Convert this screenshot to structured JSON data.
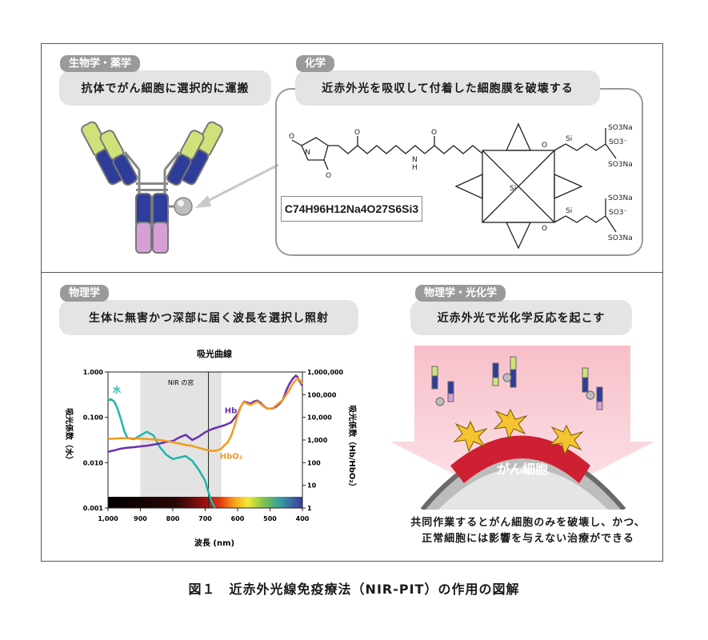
{
  "panels": {
    "biology": {
      "tag": "生物学・薬学",
      "desc": "抗体でがん細胞に選択的に運搬"
    },
    "chemistry": {
      "tag": "化学",
      "desc": "近赤外光を吸収して付着した細胞膜を破壊する",
      "formula": "C74H96H12Na4O27S6Si3",
      "atoms": {
        "N": "N",
        "H": "H",
        "O": "O",
        "Si": "Si",
        "SO3Na": "SO3Na",
        "SO3m": "SO3⁻"
      }
    },
    "physics": {
      "tag": "物理学",
      "desc": "生体に無害かつ深部に届く波長を選択し照射"
    },
    "photochem": {
      "tag": "物理学・光化学",
      "desc": "近赤外光で光化学反応を起こす",
      "cell_label": "がん細胞",
      "result_line1": "共同作業するとがん細胞のみを破壊し、かつ、",
      "result_line2": "正常細胞には影響を与えない治療ができる"
    }
  },
  "chart_data": {
    "type": "line",
    "title": "吸光曲線",
    "xlabel": "波長 (nm)",
    "ylabel_left": "吸光係数（水）",
    "ylabel_right": "吸光係数（Hb/HbO₂）",
    "x_ticks": [
      "1,000",
      "900",
      "800",
      "700",
      "600",
      "500",
      "400"
    ],
    "y_left_ticks": [
      "1.000",
      "0.100",
      "0.010",
      "0.001"
    ],
    "y_right_ticks": [
      "1,000,000",
      "100,000",
      "10,000",
      "1,000",
      "100",
      "10",
      "1"
    ],
    "xlim": [
      1000,
      400
    ],
    "ylim_left": [
      0.001,
      1
    ],
    "ylim_right": [
      1,
      1000000
    ],
    "y_scale": "log",
    "window": {
      "label": "NIR の窓",
      "from": 900,
      "to": 650
    },
    "marker_line": 690,
    "series": [
      {
        "name": "水",
        "axis": "left",
        "color": "#1fb5ad",
        "x": [
          1000,
          990,
          980,
          970,
          960,
          950,
          940,
          920,
          900,
          880,
          860,
          840,
          820,
          800,
          780,
          760,
          740,
          720,
          700,
          690,
          680,
          670
        ],
        "y": [
          0.24,
          0.25,
          0.22,
          0.15,
          0.09,
          0.05,
          0.035,
          0.033,
          0.04,
          0.048,
          0.04,
          0.022,
          0.015,
          0.012,
          0.013,
          0.014,
          0.011,
          0.007,
          0.004,
          0.0022,
          0.0014,
          0.001
        ]
      },
      {
        "name": "Hb",
        "axis": "right",
        "color": "#6b2fb0",
        "x": [
          1000,
          980,
          960,
          940,
          920,
          900,
          880,
          860,
          840,
          820,
          800,
          780,
          760,
          740,
          720,
          700,
          680,
          660,
          640,
          620,
          600,
          590,
          580,
          570,
          560,
          550,
          540,
          530,
          520,
          510,
          500,
          490,
          480,
          470,
          460,
          450,
          440,
          430,
          420,
          415,
          410,
          400
        ],
        "y": [
          300,
          350,
          420,
          460,
          480,
          520,
          560,
          620,
          700,
          820,
          900,
          1300,
          1700,
          1000,
          1400,
          2200,
          3000,
          3700,
          4500,
          6000,
          14000,
          30000,
          50000,
          45000,
          40000,
          50000,
          55000,
          45000,
          32000,
          25000,
          24000,
          25000,
          30000,
          40000,
          60000,
          150000,
          300000,
          500000,
          700000,
          600000,
          420000,
          250000
        ]
      },
      {
        "name": "HbO₂",
        "axis": "right",
        "color": "#f39a1e",
        "x": [
          1000,
          980,
          960,
          940,
          920,
          900,
          880,
          860,
          840,
          820,
          800,
          780,
          760,
          740,
          720,
          700,
          690,
          680,
          670,
          660,
          650,
          640,
          630,
          620,
          610,
          600,
          590,
          580,
          570,
          560,
          550,
          540,
          530,
          520,
          510,
          500,
          490,
          480,
          470,
          460,
          450,
          440,
          430,
          420,
          415,
          410,
          400
        ],
        "y": [
          1100,
          1150,
          1200,
          1200,
          1180,
          1150,
          1100,
          1050,
          1000,
          900,
          800,
          700,
          600,
          550,
          450,
          380,
          350,
          330,
          330,
          360,
          420,
          600,
          800,
          1500,
          4000,
          12000,
          30000,
          48000,
          40000,
          35000,
          42000,
          50000,
          40000,
          30000,
          25000,
          24000,
          26000,
          35000,
          45000,
          60000,
          100000,
          160000,
          300000,
          450000,
          520000,
          480000,
          300000
        ]
      }
    ]
  }
}
